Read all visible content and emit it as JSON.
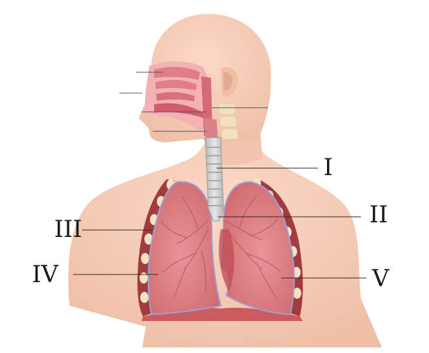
{
  "figure": {
    "labels": [
      {
        "id": "I",
        "text": "I"
      },
      {
        "id": "II",
        "text": "II"
      },
      {
        "id": "III",
        "text": "III"
      },
      {
        "id": "IV",
        "text": "IV"
      },
      {
        "id": "V",
        "text": "V"
      }
    ]
  },
  "colors": {
    "skin": "#f7cdb8",
    "skin_shadow": "#eab49c",
    "lung": "#e2888a",
    "lung_dark": "#c85c64",
    "lung_edge": "#9d9fd6",
    "airway": "#cfcfcf",
    "rib_gap": "#a33a3f",
    "rib": "#f1e4be",
    "diaphragm": "#cc5a5f",
    "nasal": "#e8919a"
  }
}
